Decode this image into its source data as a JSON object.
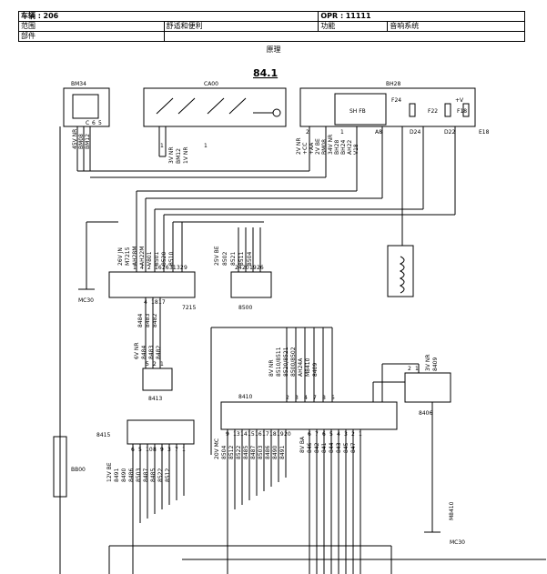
{
  "header": {
    "vehicle_label": "车辆 :",
    "vehicle_value": "206",
    "opr_label": "OPR :",
    "opr_value": "11111",
    "scope_label": "范围",
    "scope_value": "舒适和便利",
    "function_label": "功能",
    "function_value": "音响系统",
    "parts_label": "部件",
    "principle": "原理"
  },
  "diagram": {
    "figure_number": "84.1",
    "components": {
      "bm34": "BM34",
      "ca00": "CA00",
      "bh28": "BH28",
      "c7215": "7215",
      "c8500": "8500",
      "c8413": "8413",
      "c8410": "8410",
      "c8415": "8415",
      "c8406": "8406",
      "bb00": "BB00",
      "mc30": "MC30",
      "mc30b": "MC30"
    },
    "fuses": {
      "f24": "F24",
      "f22": "F22",
      "f18": "F18",
      "sh_fb": "SH FB",
      "plus_v": "+V"
    },
    "bm34_pins": [
      "C",
      "6",
      "5"
    ],
    "bm34_wires": [
      "45V NR",
      "BM08",
      "BM12"
    ],
    "ca00_pins": [
      "1",
      "1"
    ],
    "ca00_wires": [
      "3V NR",
      "BM12",
      "1V NR"
    ],
    "bh28_pins": [
      "2",
      "1",
      "A8",
      "D24",
      "D22",
      "E18"
    ],
    "bh28_wires": [
      "2V NR",
      "+CC",
      "+AA",
      "2V BE",
      "BM08",
      "34V NR",
      "BH28",
      "BH24",
      "AH22",
      "V18"
    ],
    "c7215_pins": [
      "1",
      "4",
      "2",
      "16",
      "26",
      "31",
      "32",
      "9"
    ],
    "c7215_wires": [
      "26V JN",
      "M7215",
      "AH28M",
      "AH22M",
      "V801",
      "8501",
      "8520",
      "8510"
    ],
    "c7215_pins_bottom": [
      "4",
      "18",
      "17"
    ],
    "c7215_wires_bottom": [
      "8484",
      "8483",
      "8482"
    ],
    "c8500_pins": [
      "24",
      "20",
      "19",
      "26"
    ],
    "c8500_wires": [
      "25V BE",
      "8502",
      "8521",
      "8511",
      "8504"
    ],
    "c8413_pins": [
      "5",
      "2",
      "1"
    ],
    "c8413_wires": [
      "6V NR",
      "8484",
      "8483",
      "8482"
    ],
    "c8410_top_pins": [
      "2",
      "3",
      "4",
      "7",
      "8",
      "5"
    ],
    "c8410_top_wires": [
      "8V NR",
      "8510/8511",
      "8520/8521",
      "8500/8502",
      "AH24A",
      "M8410",
      "8409"
    ],
    "c8410_bottom_pins": [
      "9",
      "13",
      "14",
      "15",
      "16",
      "17",
      "18",
      "19",
      "20"
    ],
    "c8410_bottom_wires": [
      "20V MC",
      "8504",
      "8512",
      "8522",
      "8485",
      "8487",
      "8503",
      "8486",
      "8490",
      "8491"
    ],
    "c8410_right_pins": [
      "6",
      "7",
      "6",
      "5",
      "4",
      "3",
      "2",
      "1"
    ],
    "c8410_right_wires": [
      "8V BA",
      "846",
      "842",
      "841",
      "844",
      "843",
      "845",
      "847"
    ],
    "c8415_pins": [
      "6",
      "5",
      "10",
      "8",
      "9",
      "3",
      "7",
      "1"
    ],
    "c8415_wires": [
      "12V BE",
      "8491",
      "8490",
      "8486",
      "8503",
      "8487",
      "8485",
      "8522",
      "8512"
    ],
    "c8406_pins": [
      "2",
      "1"
    ],
    "c8406_wires": [
      "3V NR",
      "8409"
    ],
    "m8410": "M8410"
  }
}
